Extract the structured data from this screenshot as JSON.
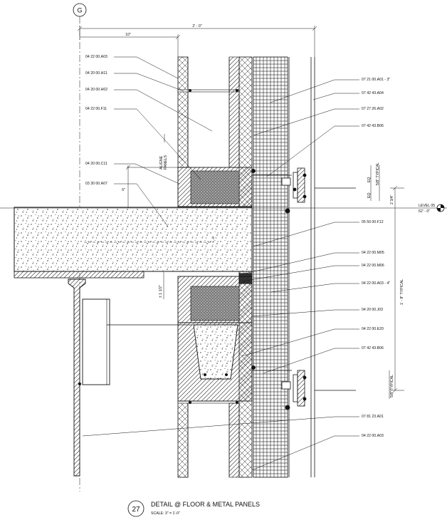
{
  "grid_bubble": "G",
  "dims": {
    "top_total": "2' - 0\"",
    "top_left": "10\"",
    "slab_depth": "6\"",
    "gap": "± 1 1/2\""
  },
  "note_vertical": [
    "ALIGNE",
    "PANELS"
  ],
  "left_callouts": [
    "04 22 00.A03",
    "04 20 00.H11",
    "04 20 00.H02",
    "04 22 00.F11",
    "04 20 00.C11",
    "03 30 00.A07"
  ],
  "right_callouts": [
    "07 21 00.A01 - 3\"",
    "07 42 43.A04",
    "07 27 26.A02",
    "07 42 43.B06",
    "05 50 00.F12",
    "04 22 00.M05",
    "04 22 00.M06",
    "04 22 00.A03 - 4\"",
    "04 20 00.J03",
    "04 22 00.E20",
    "07 42 43.B06"
  ],
  "bottom_callouts": [
    "07 81 23.A01",
    "04 22 00.A03"
  ],
  "side_dims": {
    "eq_top": "EQ",
    "eq_bot": "EQ",
    "typ_top": "5/8\" TYPICAL",
    "typ_mid": "2 3/4\"",
    "typ_long": "1' - 8\" TYPICAL",
    "typ_low": "5/8\" TYPICAL"
  },
  "level": {
    "name": "LEVEL 05",
    "elevation": "62' - 0\""
  },
  "title_block": {
    "number": "27",
    "title": "DETAIL @ FLOOR & METAL PANELS",
    "scale": "SCALE:  3\" = 1'-0\""
  }
}
